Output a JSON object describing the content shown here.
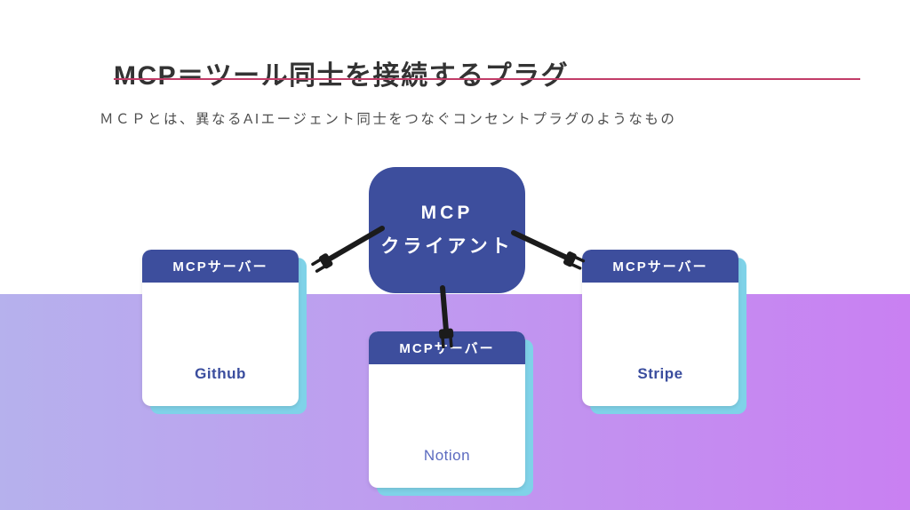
{
  "slide": {
    "title": "MCP＝ツール同士を接続するプラグ",
    "subtitle": "ＭＣＰとは、異なるAIエージェント同士をつなぐコンセントプラグのようなもの"
  },
  "client": {
    "line1": "MCP",
    "line2": "クライアント"
  },
  "servers": [
    {
      "header": "MCPサーバー",
      "name": "Github"
    },
    {
      "header": "MCPサーバー",
      "name": "Notion"
    },
    {
      "header": "MCPサーバー",
      "name": "Stripe"
    }
  ],
  "colors": {
    "indigo": "#3d4e9d",
    "underline": "#c23c68",
    "shadow_blue": "#7fd2e8",
    "bg_purple_left": "#b6b1ed",
    "bg_purple_right": "#c980f2",
    "name_indigo": "#3a4d9e",
    "notion_blue": "#5c6bc0",
    "connector_black": "#1b1b1b"
  }
}
